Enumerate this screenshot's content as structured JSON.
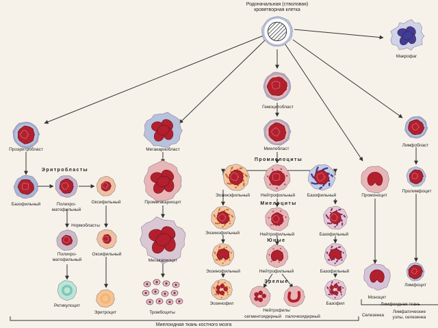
{
  "colors": {
    "background": "#f6f2ea",
    "nucleus": "#b2202e",
    "cytoplasm": "#e8b6b6",
    "arrow": "#333333"
  },
  "labels": {
    "stem_cell": "Родоначальная (стволовая)\nкроветворная клетка",
    "macrophage": "Макрофаг",
    "hemocytoblast": "Гемоцитобласт",
    "myeloblast": "Миелобласт",
    "proerythroblast": "Проэритробласт",
    "megakaryoblast": "Мегакариобласт",
    "promonocyte": "Промоноцит",
    "lymphoblast": "Лимфобласт",
    "prolymphocyte": "Пролимфоцит",
    "basophilic_erythroblast": "Базофильный",
    "polychromatophilic_erythroblast": "Полихро-\nматофильный",
    "oxyphilic_erythroblast": "Оксифильный",
    "normoblasts": "Нормобласты",
    "polychromatophilic_normoblast": "Полихро-\nматофильный",
    "oxyphilic_normoblast": "Оксифильный",
    "reticulocyte": "Ретикулоцит",
    "erythrocyte": "Эритроцит",
    "promegakaryocyte": "Промегакариоцит",
    "megakaryocyte": "Мегакариоцит",
    "thrombocytes": "Тромбоциты",
    "eosinophilic_promyelocyte": "Эозинофильный",
    "neutrophilic_promyelocyte": "Нейтрофильный",
    "basophilic_promyelocyte": "Базофильный",
    "eosinophilic_myelocyte": "Эозинофильный",
    "neutrophilic_myelocyte": "Нейтрофильный",
    "basophilic_myelocyte": "Базофильный",
    "eosinophilic_metamyelocyte": "Эозинофильный",
    "neutrophilic_metamyelocyte": "Нейтрофильный",
    "basophilic_metamyelocyte": "Базофильный",
    "eosinophil": "Эозинофил",
    "neutrophils": "Нейтрофилы",
    "segmented": "сегментоядерный",
    "band": "палочкоядерный",
    "basophil": "Базофил",
    "monocyte": "Моноцит",
    "lymphocyte": "Лимфоцит",
    "spleen_left": "Селезенка",
    "lymphoid_tissue": "Лимфоидная ткань",
    "lymph_nodes_spleen": "Лимфатические\nузлы, селезенка"
  },
  "groups": {
    "erythroblasts": "Эритробласты",
    "promyelocytes": "Промиелоциты",
    "myelocytes": "Миелоциты",
    "metamyelocytes": "Юные",
    "mature": "Зрелые"
  },
  "bottom": {
    "bone_marrow": "Миелоидная ткань костного мозга"
  }
}
